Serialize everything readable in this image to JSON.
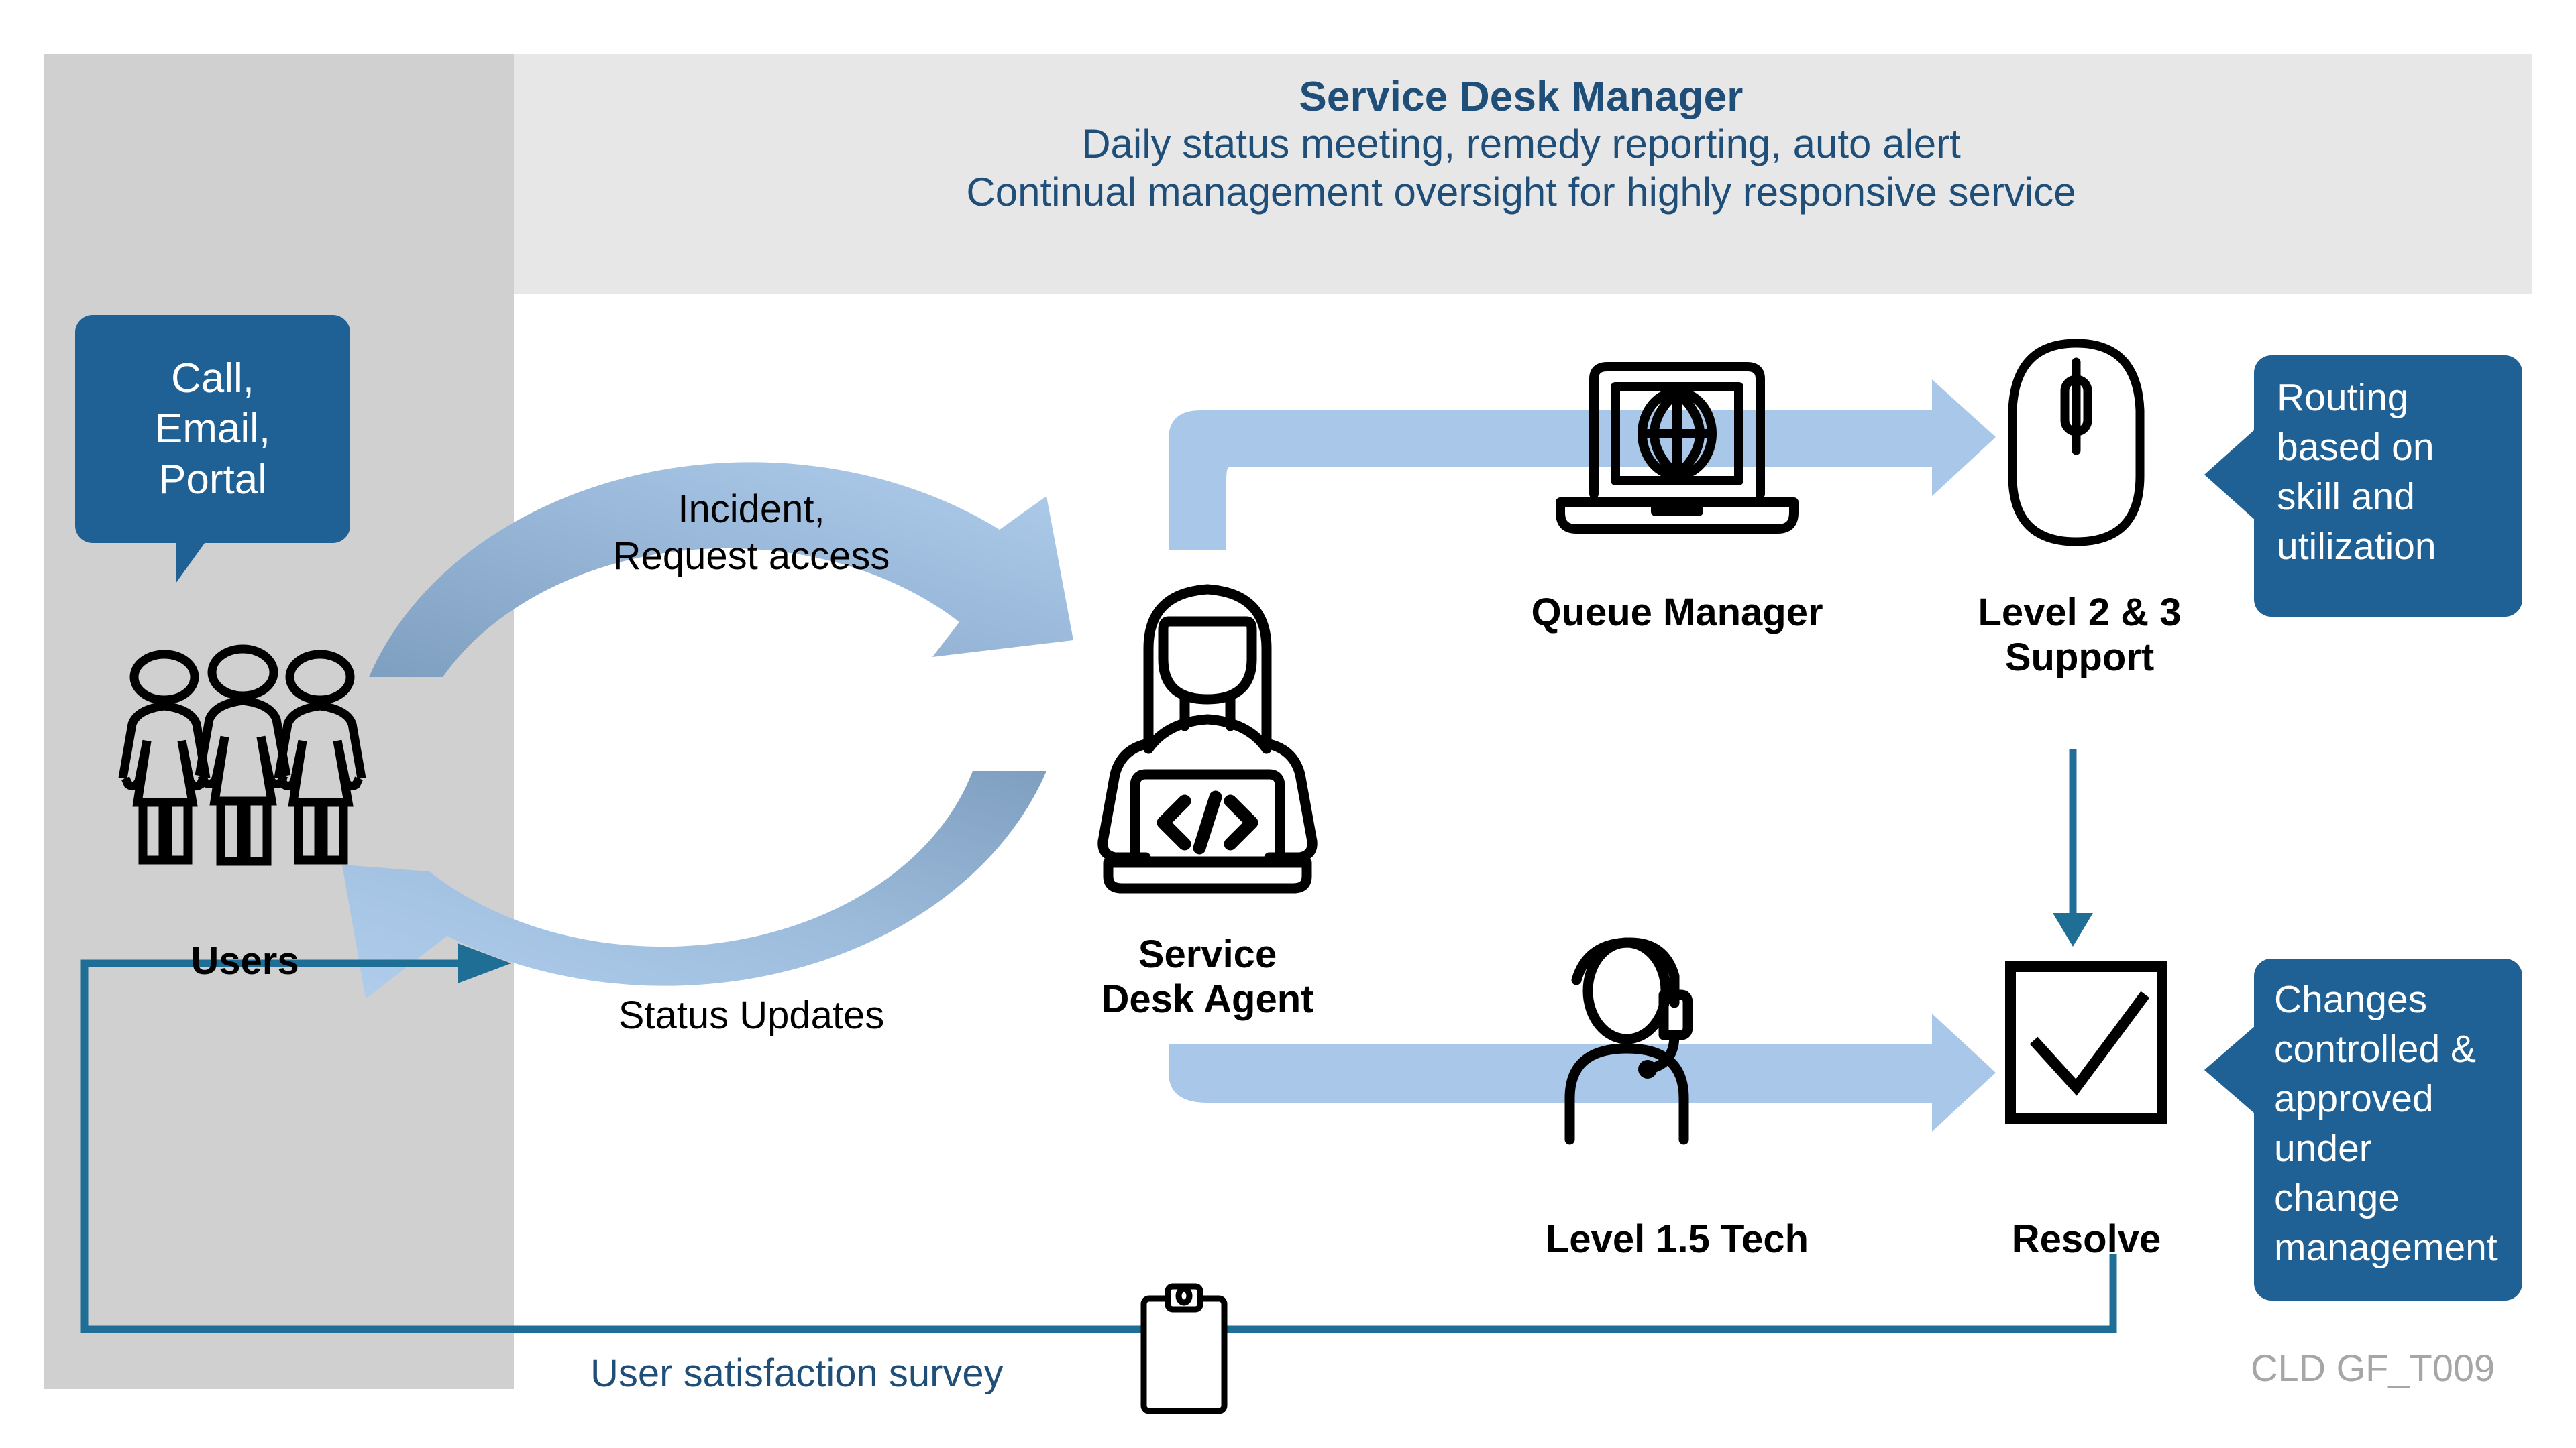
{
  "header": {
    "title": "Service Desk Manager",
    "line2": "Daily status meeting, remedy reporting, auto alert",
    "line3": "Continual management oversight for highly responsive service"
  },
  "callouts": {
    "channels": "Call,\nEmail,\nPortal",
    "routing": "Routing based on skill and utilization",
    "change": "Changes controlled & approved under change management"
  },
  "nodes": {
    "users": "Users",
    "service_desk_agent": "Service\nDesk Agent",
    "queue_manager": "Queue Manager",
    "level23": "Level 2 & 3\nSupport",
    "level15": "Level 1.5 Tech",
    "resolve": "Resolve"
  },
  "flow_labels": {
    "inbound": "Incident,\nRequest access",
    "outbound": "Status Updates",
    "survey": "User satisfaction survey"
  },
  "footer": {
    "code": "CLD GF_T009"
  },
  "icons": {
    "users": "users-group-icon",
    "agent": "agent-laptop-icon",
    "queue": "laptop-globe-icon",
    "level23": "computer-mouse-icon",
    "level15": "headset-person-icon",
    "resolve": "checkbox-check-icon",
    "survey": "clipboard-icon"
  },
  "colors": {
    "brand_blue": "#1f6095",
    "dark_blue_text": "#1f4e79",
    "arrow_light": "#a9c7e8",
    "arrow_steel": "#7f9fc0",
    "connector_teal": "#1f6e96",
    "panel_left": "#d0d0d0",
    "panel_header": "#e7e7e7",
    "watermark": "#a6a6a6"
  }
}
